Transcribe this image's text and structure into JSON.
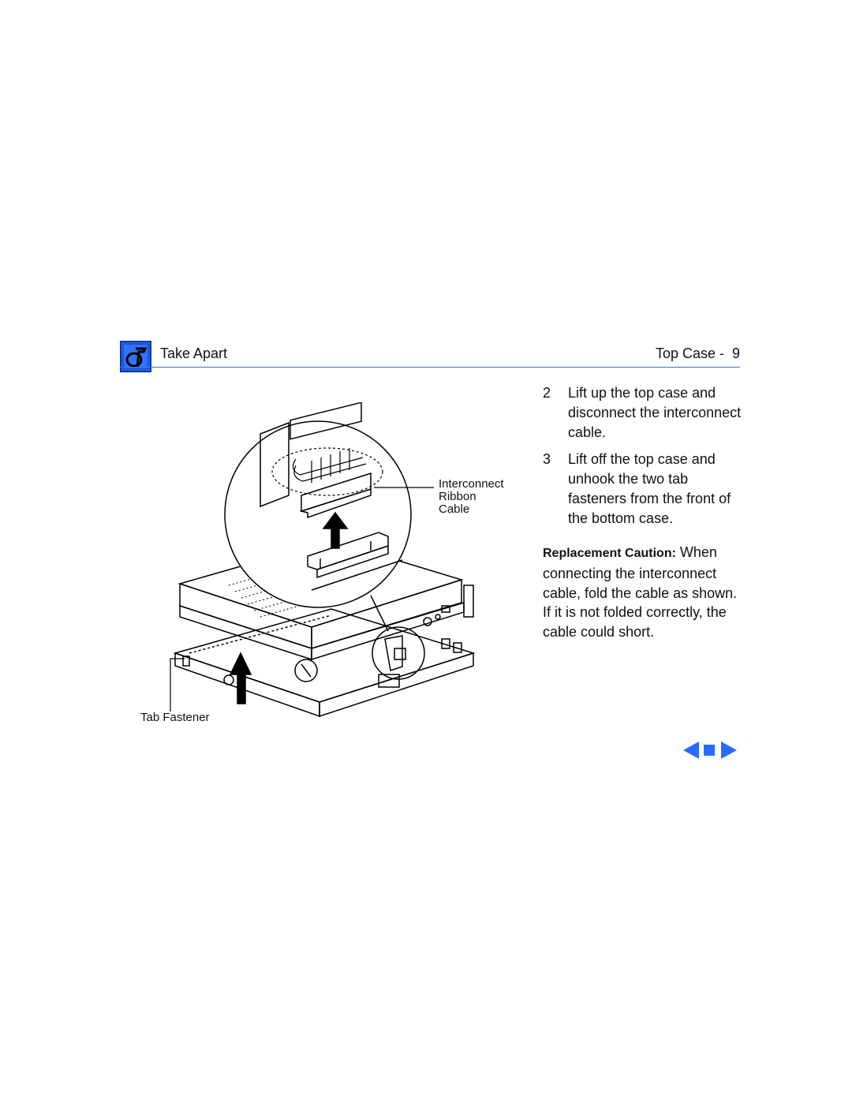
{
  "header": {
    "icon": "toolbox-icon",
    "title": "Take Apart",
    "page_ref": "Top Case -  9",
    "accent_color": "#2f74ff"
  },
  "figure": {
    "labels": {
      "cable_line1": "Interconnect",
      "cable_line2": "Ribbon",
      "cable_line3": "Cable",
      "tab_fastener": "Tab Fastener"
    }
  },
  "steps": [
    {
      "num": "2",
      "text": "Lift up the top case and disconnect the interconnect cable."
    },
    {
      "num": "3",
      "text": "Lift off the top case and unhook the two tab fasteners from the front of the bottom case."
    }
  ],
  "caution": {
    "label": "Replacement Caution:",
    "text": " When connecting the interconnect cable, fold the cable as shown. If it is not folded correctly, the cable could short."
  },
  "nav": {
    "prev_icon": "previous-arrow-icon",
    "stop_icon": "stop-square-icon",
    "next_icon": "next-arrow-icon"
  }
}
